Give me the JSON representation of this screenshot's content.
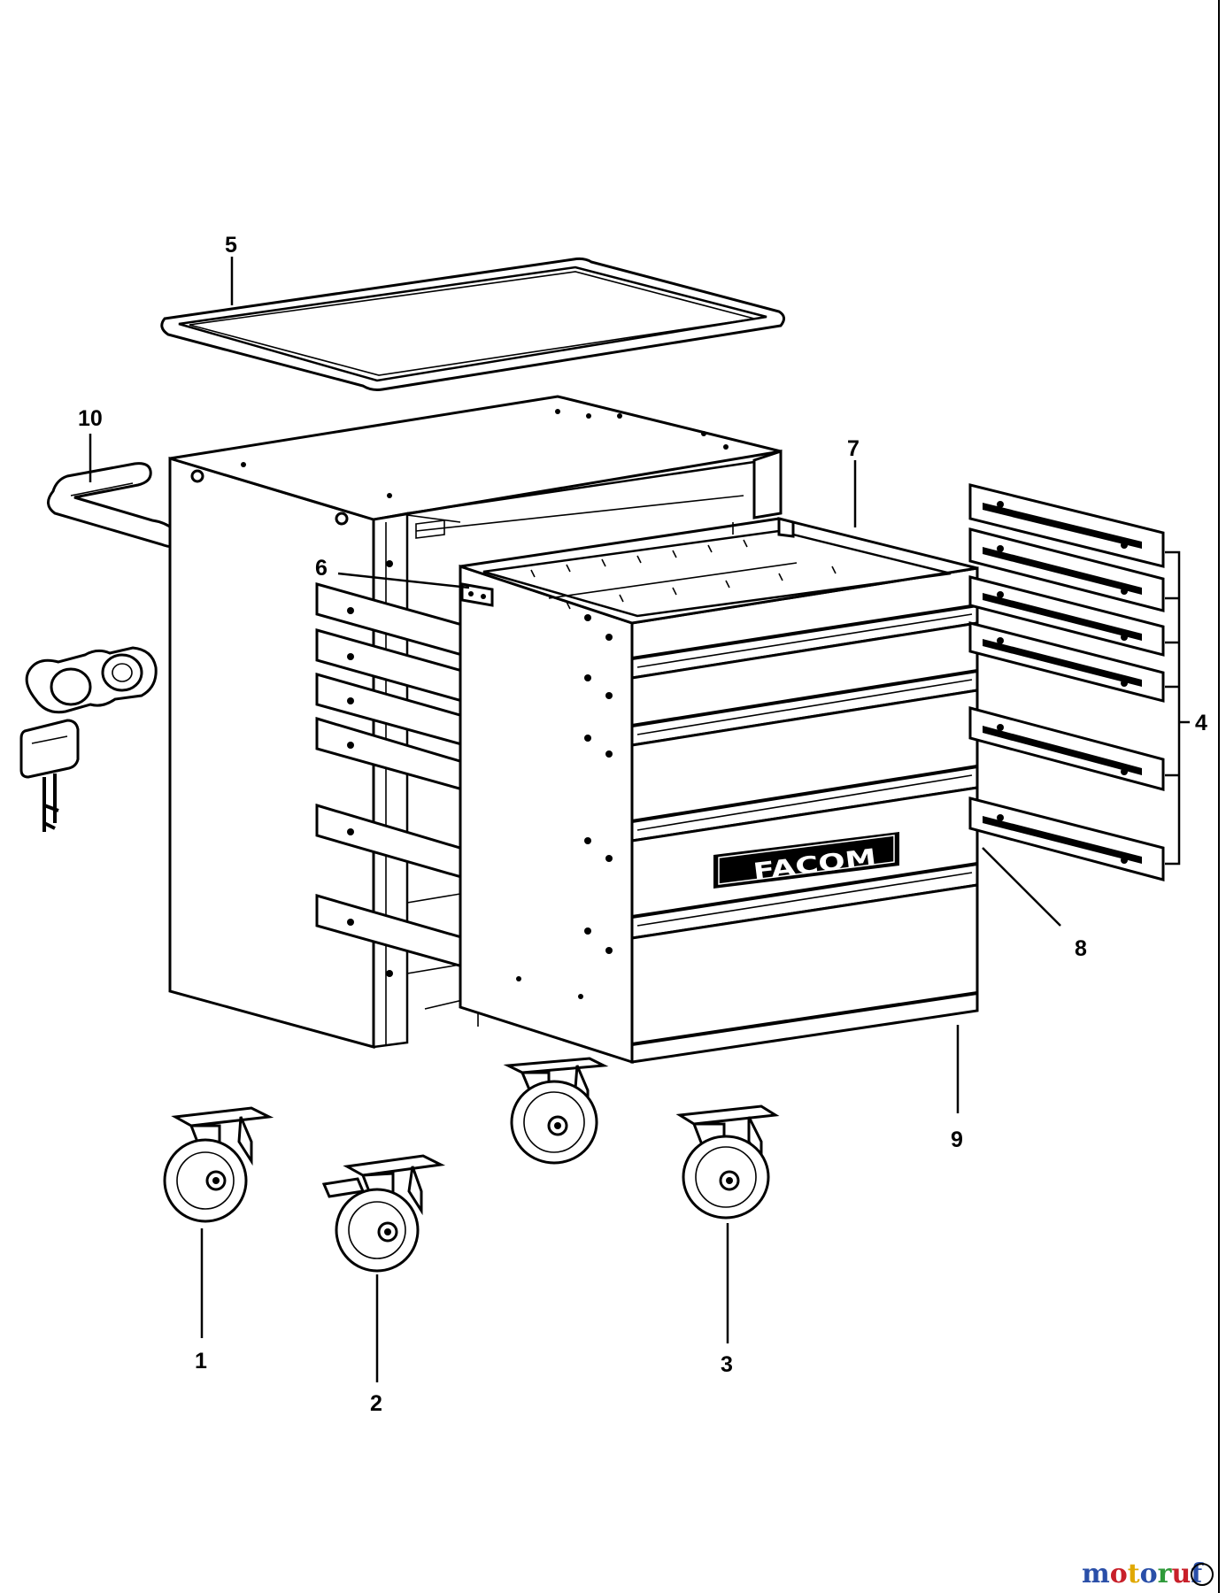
{
  "diagram": {
    "callouts": [
      {
        "id": "1",
        "label": "1"
      },
      {
        "id": "2",
        "label": "2"
      },
      {
        "id": "3",
        "label": "3"
      },
      {
        "id": "4",
        "label": "4"
      },
      {
        "id": "5",
        "label": "5"
      },
      {
        "id": "6",
        "label": "6"
      },
      {
        "id": "7",
        "label": "7"
      },
      {
        "id": "8",
        "label": "8"
      },
      {
        "id": "9",
        "label": "9"
      },
      {
        "id": "10",
        "label": "10"
      }
    ],
    "brand_plate_text": "FACOM",
    "watermark": {
      "text": "motoruf",
      "colors": [
        "#2a4fa8",
        "#c8202a",
        "#e0a800",
        "#2a4fa8",
        "#2f9a3a",
        "#c8202a",
        "#2a4fa8"
      ]
    }
  }
}
